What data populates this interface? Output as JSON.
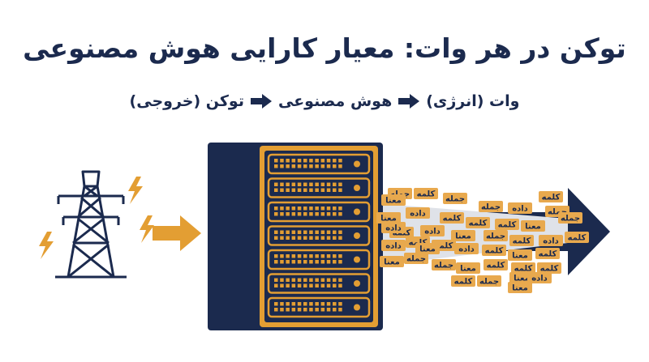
{
  "title": "توکن در هر وات: معیار کارایی هوش مصنوعی",
  "flow": {
    "step1": "وات (انرژی)",
    "step2": "هوش مصنوعی",
    "step3": "توکن (خروجی)"
  },
  "tokens": [
    "جمله",
    "کلمه",
    "داده",
    "معنا"
  ],
  "colors": {
    "navy": "#1b2a4e",
    "orange": "#e39e33",
    "tan": "#e8a94e"
  }
}
